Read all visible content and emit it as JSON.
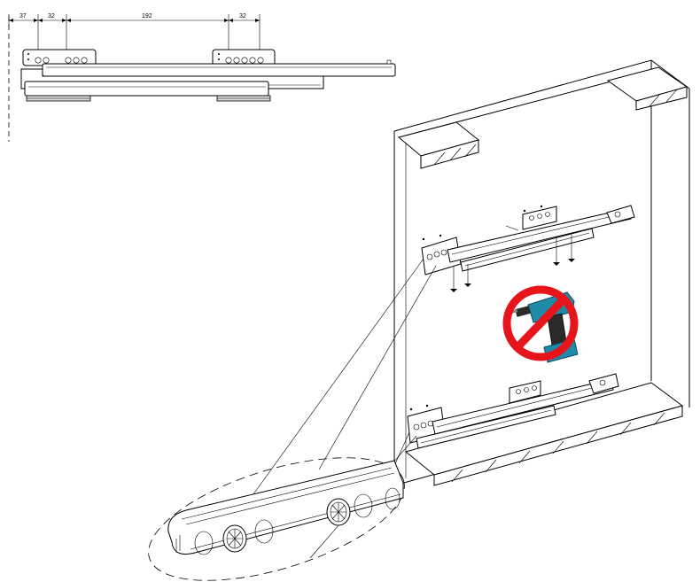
{
  "dimensions": {
    "d1": "37",
    "d2": "32",
    "d3": "192",
    "d4": "32"
  },
  "colors": {
    "line": "#000000",
    "prohibition_red": "#e8141b",
    "drill_body": "#1e8aa8",
    "drill_dark": "#2a2a2a",
    "shelf_fill": "#ffffff"
  },
  "icons": {
    "no_drill": "no-power-drill-icon",
    "screw": "pozidriv-screw-icon"
  }
}
